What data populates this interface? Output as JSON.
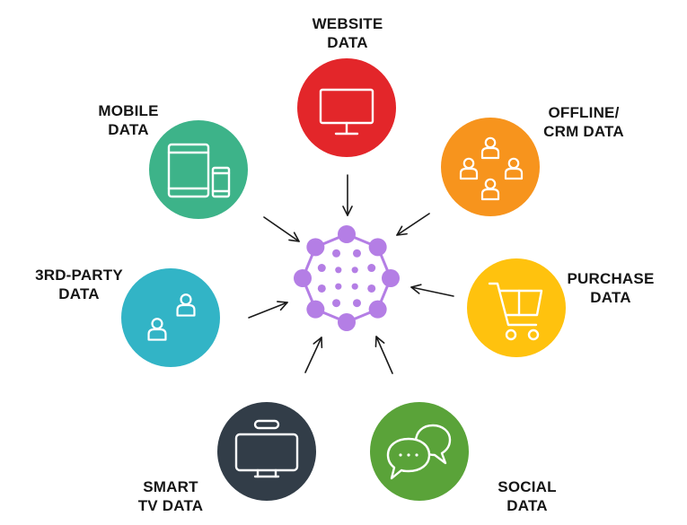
{
  "sources": [
    {
      "key": "website",
      "icon": "monitor-icon",
      "color": "#e3262a",
      "lines": [
        "WEBSITE",
        "DATA"
      ]
    },
    {
      "key": "offline-crm",
      "icon": "people-group-icon",
      "color": "#f7941d",
      "lines": [
        "OFFLINE/",
        "CRM DATA"
      ]
    },
    {
      "key": "purchase",
      "icon": "shopping-cart-icon",
      "color": "#ffc20e",
      "lines": [
        "PURCHASE",
        "DATA"
      ]
    },
    {
      "key": "social",
      "icon": "chat-bubbles-icon",
      "color": "#5aa339",
      "lines": [
        "SOCIAL",
        "DATA"
      ]
    },
    {
      "key": "smart-tv",
      "icon": "television-icon",
      "color": "#323d48",
      "lines": [
        "SMART",
        "TV DATA"
      ]
    },
    {
      "key": "third-party",
      "icon": "two-users-icon",
      "color": "#32b4c6",
      "lines": [
        "3RD-PARTY",
        "DATA"
      ]
    },
    {
      "key": "mobile",
      "icon": "tablet-phone-icon",
      "color": "#3db389",
      "lines": [
        "MOBILE",
        "DATA"
      ]
    }
  ],
  "hub": {
    "icon": "network-hub-icon",
    "color": "#b47ee5"
  }
}
